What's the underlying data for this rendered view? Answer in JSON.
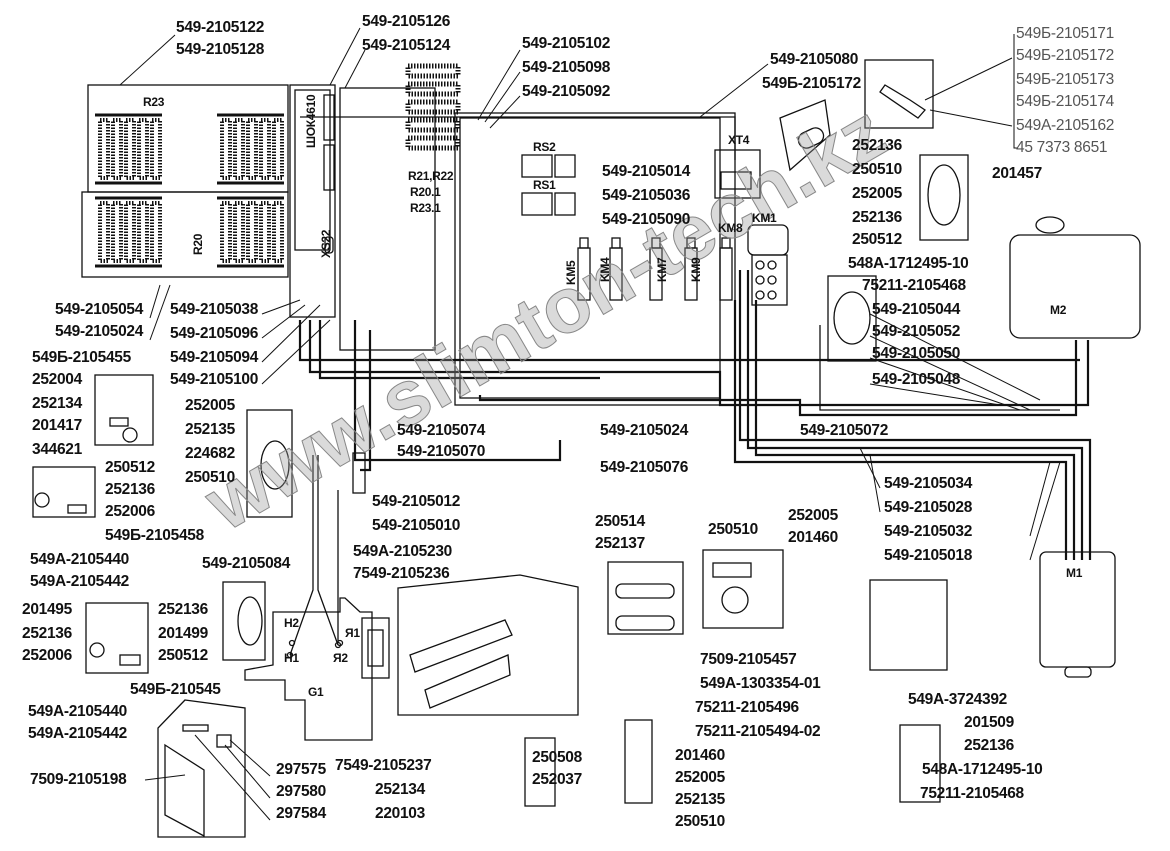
{
  "watermark": "www.slimton-tech.kz",
  "colors": {
    "ink": "#111111",
    "background": "#ffffff"
  },
  "callouts": [
    "549-2105122",
    "549-2105128",
    "549-2105126",
    "549-2105124",
    "549-2105102",
    "549-2105098",
    "549-2105092",
    "549-2105080",
    "549Б-2105172",
    "549Б-2105171",
    "549Б-2105172",
    "549Б-2105173",
    "549Б-2105174",
    "549А-2105162",
    "45 7373 8651",
    "549-2105014",
    "549-2105036",
    "549-2105090",
    "252136",
    "250510",
    "252005",
    "201457",
    "252136",
    "250512",
    "548А-1712495-10",
    "75211-2105468",
    "549-2105044",
    "549-2105052",
    "549-2105050",
    "549-2105048",
    "549-2105054",
    "549-2105024",
    "549-2105038",
    "549-2105096",
    "549-2105094",
    "549-2105100",
    "549Б-2105455",
    "252004",
    "252134",
    "201417",
    "344621",
    "252005",
    "252135",
    "224682",
    "250510",
    "549-2105074",
    "549-2105070",
    "549-2105024",
    "549-2105072",
    "549-2105076",
    "250512",
    "252136",
    "252006",
    "549Б-2105458",
    "549-2105012",
    "549-2105010",
    "549-2105034",
    "549-2105028",
    "549-2105032",
    "549-2105018",
    "250514",
    "252137",
    "250510",
    "252005",
    "201460",
    "549А-2105440",
    "549А-2105442",
    "549-2105084",
    "549А-2105230",
    "7549-2105236",
    "201495",
    "252136",
    "252006",
    "252136",
    "201499",
    "250512",
    "549Б-210545",
    "549А-2105440",
    "549А-2105442",
    "7509-2105457",
    "549А-1303354-01",
    "75211-2105496",
    "75211-2105494-02",
    "549А-3724392",
    "201509",
    "252136",
    "548А-1712495-10",
    "75211-2105468",
    "297575",
    "297580",
    "297584",
    "7509-2105198",
    "7549-2105237",
    "250508",
    "252037",
    "252134",
    "220103",
    "201460",
    "252005",
    "252135",
    "250510"
  ],
  "designators": [
    "R23",
    "ШОК4610",
    "R21,R22",
    "R20.1",
    "R23.1",
    "R20",
    "XS22",
    "RS2",
    "RS1",
    "XT4",
    "KM8",
    "KM1",
    "KM5",
    "KM4",
    "KM7",
    "KM9",
    "M2",
    "M1",
    "Н2",
    "Н1",
    "Я1",
    "Я2",
    "G1"
  ]
}
